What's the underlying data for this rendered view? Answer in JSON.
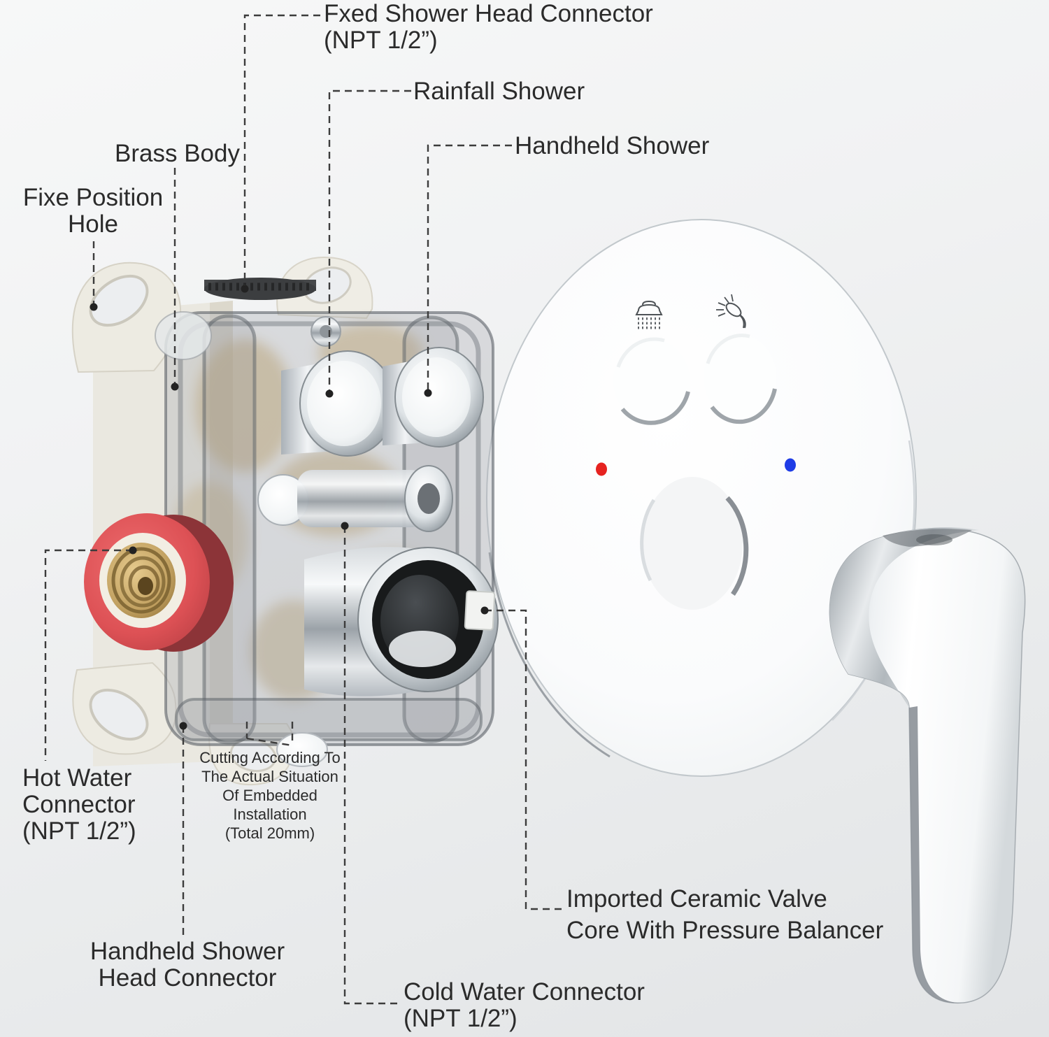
{
  "diagram": {
    "callouts": {
      "fixed_shower_head_connector": {
        "line1": "Fxed Shower Head Connector",
        "line2": "(NPT 1/2”)"
      },
      "rainfall_shower": {
        "line1": "Rainfall Shower"
      },
      "handheld_shower": {
        "line1": "Handheld Shower"
      },
      "brass_body": {
        "line1": "Brass Body"
      },
      "fixe_position_hole": {
        "line1": "Fixe Position",
        "line2": "Hole"
      },
      "hot_water_connector": {
        "line1": "Hot Water",
        "line2": "Connector",
        "line3": "(NPT 1/2”)"
      },
      "handheld_shower_head_connector": {
        "line1": "Handheld Shower",
        "line2": "Head Connector"
      },
      "cutting_note": {
        "line1": "Cutting According To",
        "line2": "The Actual Situation",
        "line3": "Of Embedded",
        "line4": "Installation",
        "line5": "(Total 20mm)"
      },
      "cold_water_connector": {
        "line1": "Cold Water Connector",
        "line2": "(NPT 1/2”)"
      },
      "ceramic_valve_core": {
        "line1": "Imported Ceramic Valve",
        "line2": "Core With Pressure Balancer"
      }
    },
    "faceplate_icons": [
      "rain-shower-icon",
      "handheld-shower-icon"
    ],
    "indicator_colors": {
      "hot": "#e62320",
      "cold": "#1e3ce6"
    },
    "accent_colors": {
      "hot_port_ring": "#d84b4f",
      "brass": "#c2a161",
      "label_text": "#2b2b2b",
      "leader_line": "#3c3c3c"
    }
  }
}
